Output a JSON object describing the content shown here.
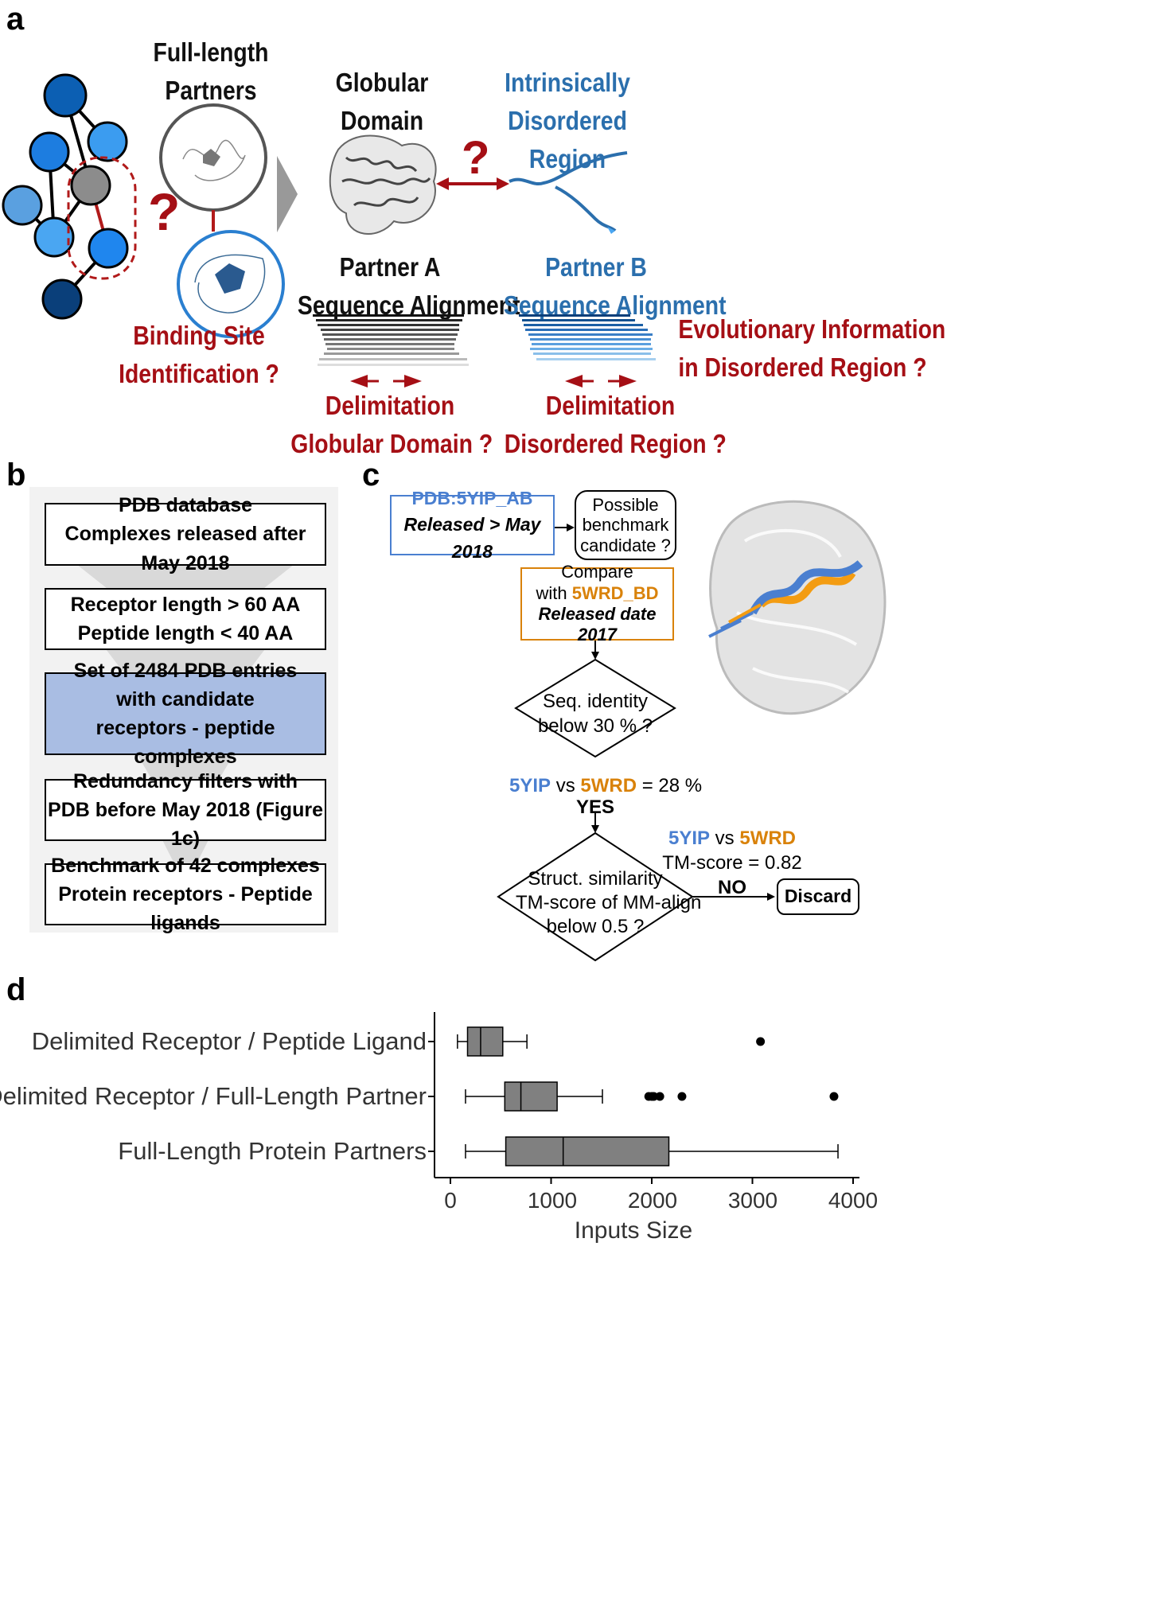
{
  "panels": {
    "a": "a",
    "b": "b",
    "c": "c",
    "d": "d"
  },
  "panel_a": {
    "full_length_partners": [
      "Full-length",
      "Partners"
    ],
    "question_mark": "?",
    "binding_site": [
      "Binding Site",
      "Identification ?"
    ],
    "globular_domain": [
      "Globular",
      "Domain"
    ],
    "idr": [
      "Intrinsically",
      "Disordered",
      "Region"
    ],
    "partner_a": [
      "Partner A",
      "Sequence Alignment"
    ],
    "partner_b": [
      "Partner B",
      "Sequence Alignment"
    ],
    "evolutionary": [
      "Evolutionary Information",
      "in Disordered Region ?"
    ],
    "delim_globular": [
      "Delimitation",
      "Globular Domain ?"
    ],
    "delim_disordered": [
      "Delimitation",
      "Disordered Region ?"
    ]
  },
  "panel_b": {
    "steps": [
      [
        "PDB database",
        "Complexes released after May 2018"
      ],
      [
        "Receptor length > 60 AA",
        "Peptide length < 40 AA"
      ],
      [
        "Set of 2484 PDB entries",
        "with candidate",
        "receptors - peptide complexes"
      ],
      [
        "Redundancy filters with",
        "PDB before May 2018 (Figure 1c)"
      ],
      [
        "Benchmark of 42 complexes",
        "Protein receptors - Peptide ligands"
      ]
    ]
  },
  "panel_c": {
    "pdb_id": "PDB:5YIP_AB",
    "released": "Released > May 2018",
    "candidate": [
      "Possible",
      "benchmark",
      "candidate ?"
    ],
    "compare": "Compare",
    "with": "with",
    "ref_id": "5WRD_BD",
    "released_date": "Released date 2017",
    "seq_identity": [
      "Seq. identity",
      "below 30 % ?"
    ],
    "q_id": "5YIP",
    "vs": "vs",
    "r_id": "5WRD",
    "seq_result": "= 28 %",
    "yes": "YES",
    "struct": [
      "Struct. similarity",
      "TM-score of MM-align",
      "below 0.5 ?"
    ],
    "tm_score": "TM-score = 0.82",
    "no": "NO",
    "discard": "Discard",
    "colors": {
      "query": "#4a7fd0",
      "reference": "#d9820a"
    }
  },
  "chart_data": {
    "type": "boxplot",
    "xlabel": "Inputs Size",
    "xlim": [
      -80,
      4060
    ],
    "xticks": [
      0,
      1000,
      2000,
      3000,
      4000
    ],
    "categories": [
      "Delimited Receptor / Peptide Ligand",
      "Delimited Receptor / Full-Length Partner",
      "Full-Length Protein Partners"
    ],
    "boxes": [
      {
        "whisker_low": 70,
        "q1": 170,
        "median": 300,
        "q3": 520,
        "whisker_high": 760,
        "outliers": [
          3080
        ]
      },
      {
        "whisker_low": 150,
        "q1": 540,
        "median": 700,
        "q3": 1060,
        "whisker_high": 1510,
        "outliers": [
          1970,
          2000,
          2020,
          2080,
          2300,
          3810
        ]
      },
      {
        "whisker_low": 150,
        "q1": 550,
        "median": 1120,
        "q3": 2170,
        "whisker_high": 3850,
        "outliers": []
      }
    ],
    "box_color": "#808080"
  }
}
